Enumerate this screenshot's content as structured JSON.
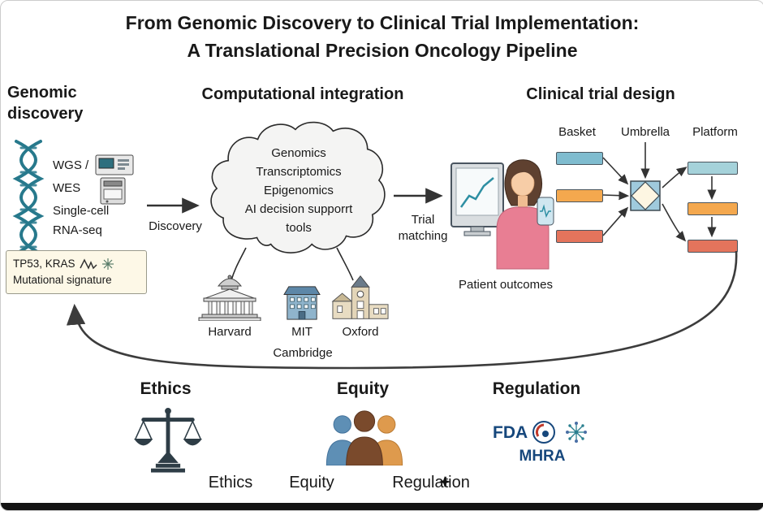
{
  "palette": {
    "helix_teal": "#27798c",
    "bar_teal": "#7fbccf",
    "bar_orange": "#f4a84e",
    "bar_salmon": "#e4745c",
    "ink": "#2e3d46",
    "navy": "#16477c",
    "cream_box": "#fdf8e7"
  },
  "title": {
    "line1": "From Genomic Discovery to Clinical Trial Implementation:",
    "line2": "A Translational Precision Oncology Pipeline"
  },
  "genomic": {
    "heading": "Genomic discovery",
    "wgs": "WGS /",
    "wes": "WES",
    "single_cell": "Single-cell",
    "rna_seq": "RNA-seq",
    "mutation_line1": "TP53, KRAS",
    "mutation_line2": "Mutational signature"
  },
  "computational": {
    "heading": "Computational integration",
    "cloud_lines": [
      "Genomics",
      "Transcriptomics",
      "Epigenomics",
      "AI decision supporrt",
      "tools"
    ],
    "harvard": "Harvard",
    "mit": "MIT",
    "oxford": "Oxford",
    "city": "Cambridge"
  },
  "flow": {
    "discovery": "Discovery",
    "trial_matching": "Trial matching"
  },
  "clinical": {
    "heading": "Clinical trial design",
    "designs": [
      "Basket",
      "Umbrella",
      "Platform"
    ],
    "patient": "Patient outcomes"
  },
  "governance": {
    "headings": [
      "Ethics",
      "Equity",
      "Regulation"
    ],
    "footer": [
      "Ethics",
      "Equity",
      "Regulation"
    ],
    "fda": "FDA",
    "mhra": "MHRA"
  }
}
